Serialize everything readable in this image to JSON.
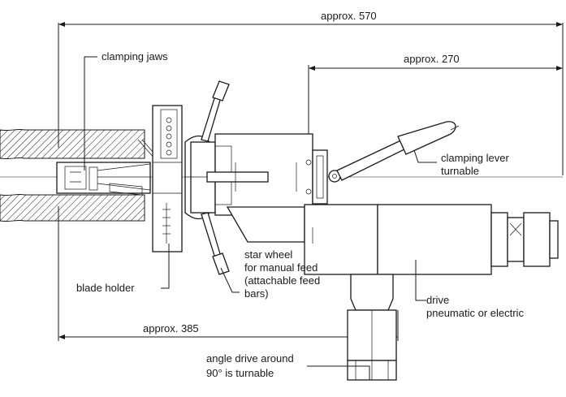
{
  "dimensions": {
    "overall_length": "approx. 570",
    "partial_length": "approx. 270",
    "lower_length": "approx. 385"
  },
  "labels": {
    "clamping_jaws": "clamping jaws",
    "clamping_lever_line1": "clamping lever",
    "clamping_lever_line2": "turnable",
    "blade_holder": "blade holder",
    "star_wheel_line1": "star wheel",
    "star_wheel_line2": "for manual feed",
    "star_wheel_line3": "(attachable feed",
    "star_wheel_line4": "bars)",
    "drive_line1": "drive",
    "drive_line2": "pneumatic or electric",
    "angle_drive_line1": "angle drive around",
    "angle_drive_line2": "90° is turnable"
  },
  "colors": {
    "line": "#1a1a1a",
    "background": "#ffffff"
  }
}
